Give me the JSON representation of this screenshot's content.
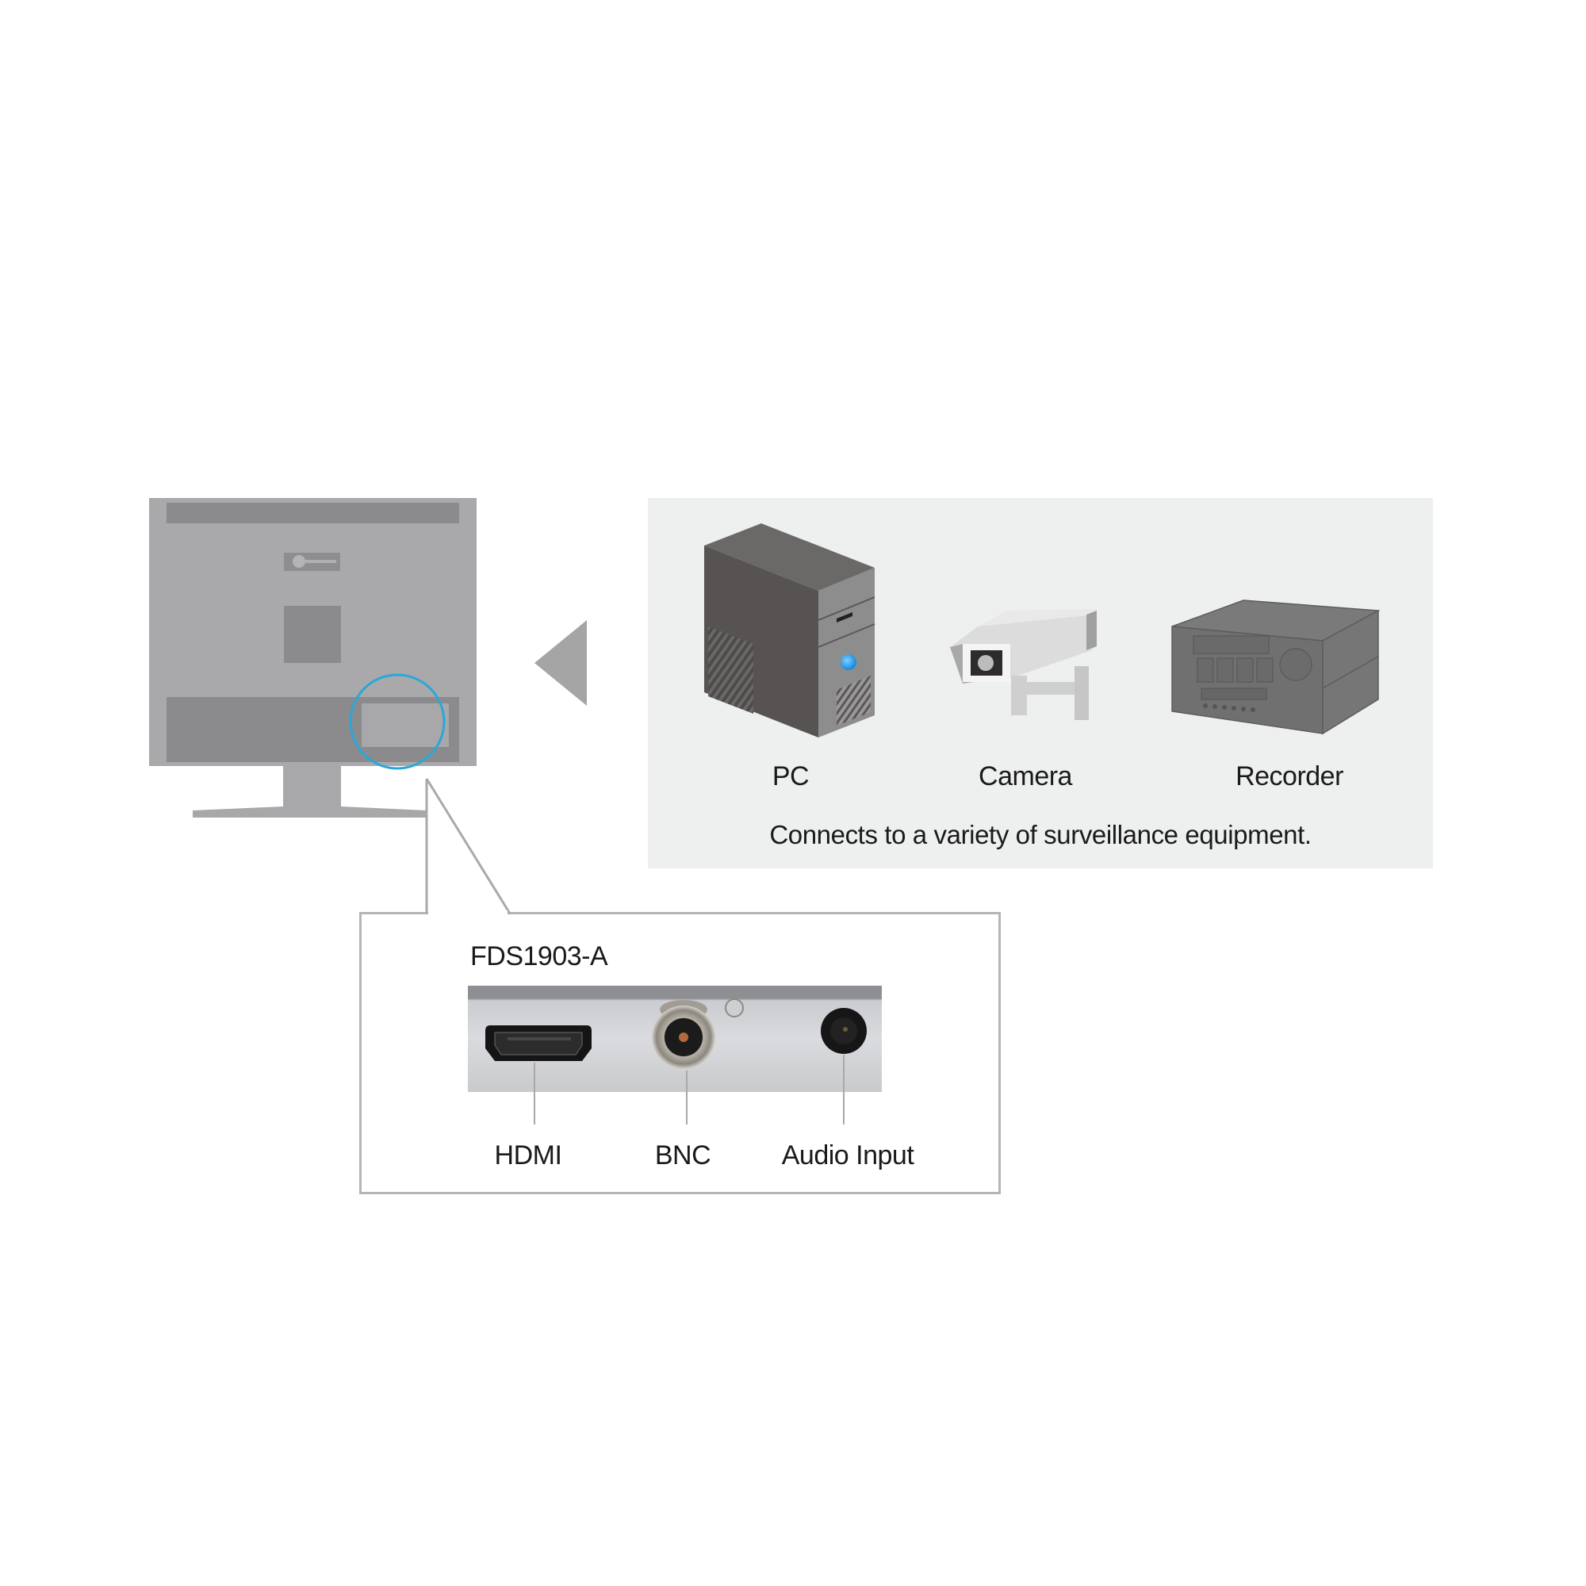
{
  "monitor": {
    "name": "monitor-rear-view",
    "highlight_color": "#2aa7d8",
    "body_color": "#a9a9ab",
    "panel_color": "#8b8b8e"
  },
  "direction_arrow": {
    "icon": "triangle-left-icon",
    "color": "#a5a5a5"
  },
  "devices_panel": {
    "background": "#eeefef",
    "devices": [
      {
        "label": "PC",
        "icon": "pc-tower-icon"
      },
      {
        "label": "Camera",
        "icon": "security-camera-icon"
      },
      {
        "label": "Recorder",
        "icon": "recorder-icon"
      }
    ],
    "caption": "Connects to a variety of surveillance equipment."
  },
  "callout": {
    "model": "FDS1903-A",
    "ports": [
      {
        "label": "HDMI",
        "icon": "hdmi-port-icon"
      },
      {
        "label": "BNC",
        "icon": "bnc-port-icon"
      },
      {
        "label": "Audio Input",
        "icon": "audio-jack-icon"
      }
    ],
    "accent_led_color": "#1e9be8"
  }
}
